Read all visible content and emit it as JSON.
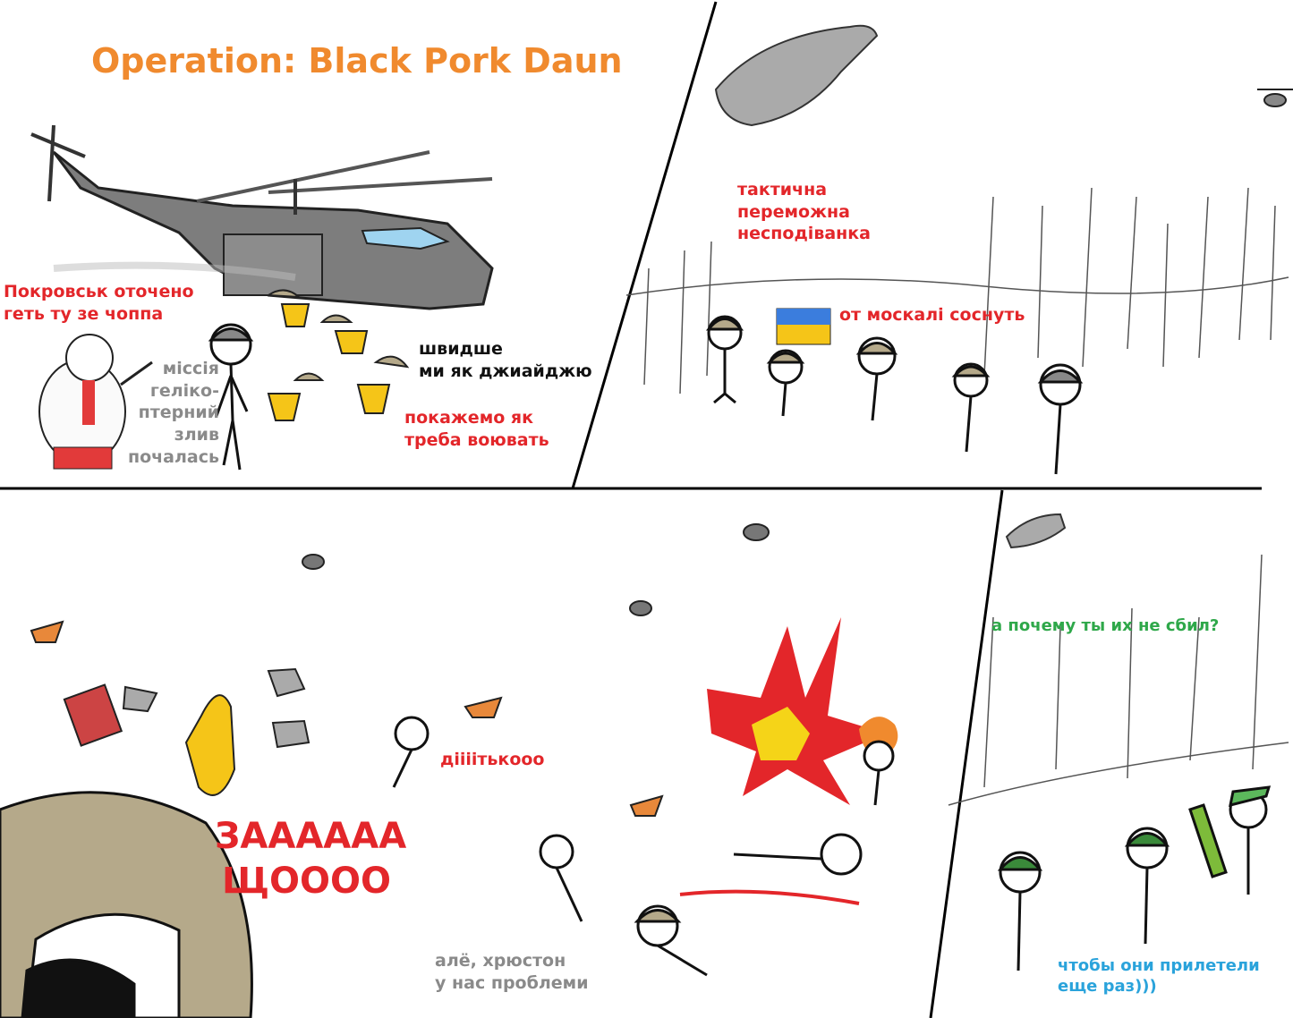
{
  "title": "Operation: Black Pork Daun",
  "panel1": {
    "caption_red": "Покровськ оточено\nгеть ту зе чоппа",
    "caption_gray": "міссія\nгеліко-\nптерний\nзлив\nпочалась",
    "caption_black": "швидше\nми як джиайджю",
    "caption_red2": "покажемо як\nтреба воювать"
  },
  "panel2": {
    "caption1": "тактична\nпереможна\nнесподіванка",
    "caption2": "от москалі соснуть"
  },
  "panel3": {
    "shout": "ЗАААААА\nЩОOOO",
    "caption_run": "діііітькооо",
    "caption_radio": "алё, хрюстон\nу нас проблеми"
  },
  "panel4": {
    "question": "а почему ты их не сбил?",
    "answer": "чтобы они прилетели\nеще раз)))"
  },
  "colors": {
    "title": "#f08a2e",
    "red_text": "#e3262a",
    "helicopter": "#7d7d7d",
    "helmet_tan": "#b5a98a",
    "vest_yellow": "#f5c518",
    "helmet_green": "#3a8a3a"
  }
}
